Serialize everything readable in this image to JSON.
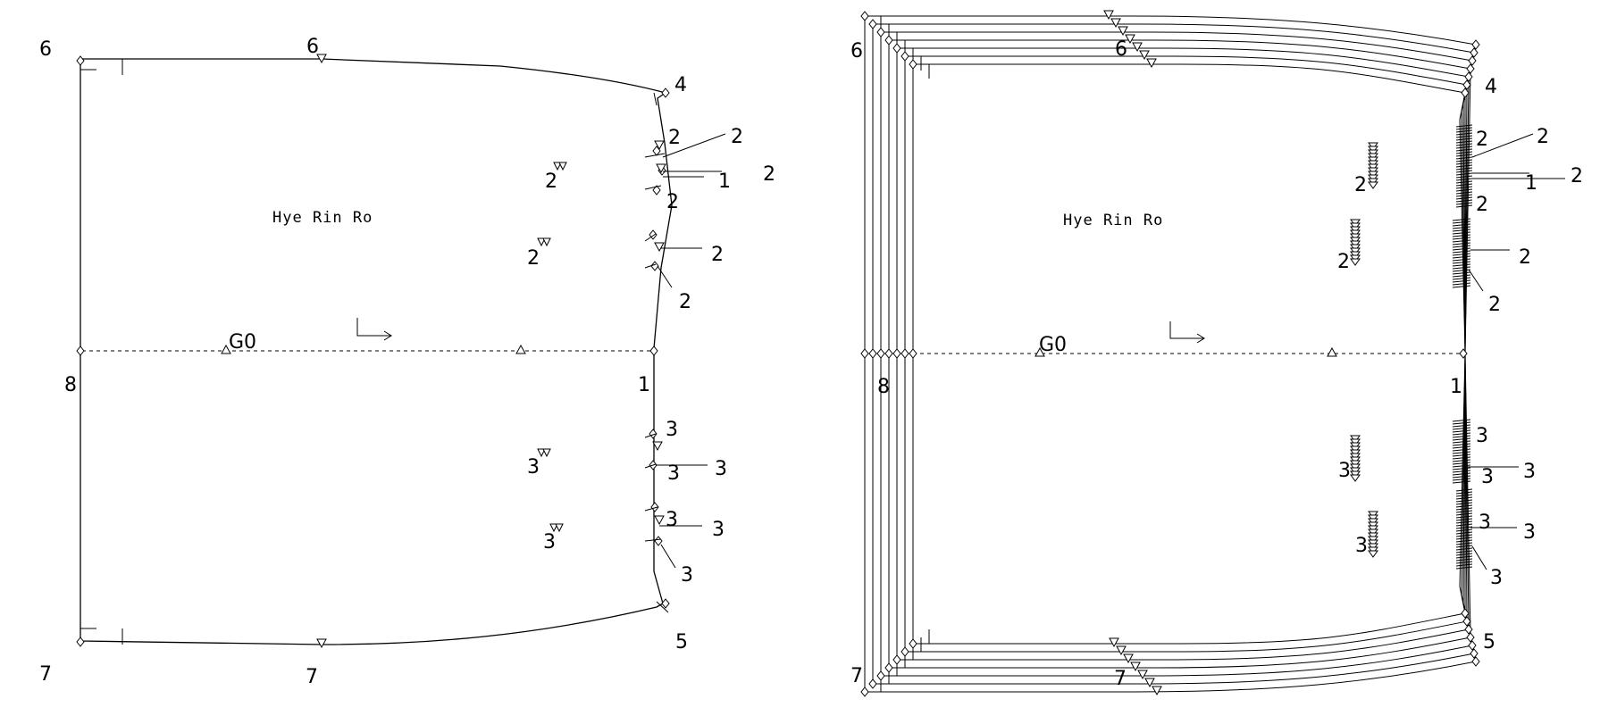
{
  "pieces": [
    {
      "id": "base",
      "piece_name": "Hye Rin Ro",
      "grain_label": "G0",
      "point_labels": {
        "p6": "6",
        "p6_top": "6",
        "p4": "4",
        "p8": "8",
        "p1": "1",
        "p7": "7",
        "p7_bottom": "7",
        "p5": "5"
      },
      "notch_labels_upper": [
        "2",
        "2",
        "1",
        "2",
        "2",
        "2",
        "2",
        "2",
        "2"
      ],
      "notch_labels_lower": [
        "3",
        "3",
        "3",
        "3",
        "3",
        "3",
        "3",
        "3"
      ]
    },
    {
      "id": "graded",
      "piece_name": "Hye Rin Ro",
      "grain_label": "G0",
      "point_labels": {
        "p6": "6",
        "p6_top": "6",
        "p4": "4",
        "p8": "8",
        "p1": "1",
        "p7": "7",
        "p7_bottom": "7",
        "p5": "5"
      },
      "notch_labels_upper": [
        "2",
        "2",
        "1",
        "2",
        "2",
        "2",
        "2",
        "2",
        "2"
      ],
      "notch_labels_lower": [
        "3",
        "3",
        "3",
        "3",
        "3",
        "3",
        "3",
        "3"
      ],
      "grade_count": 7
    }
  ]
}
